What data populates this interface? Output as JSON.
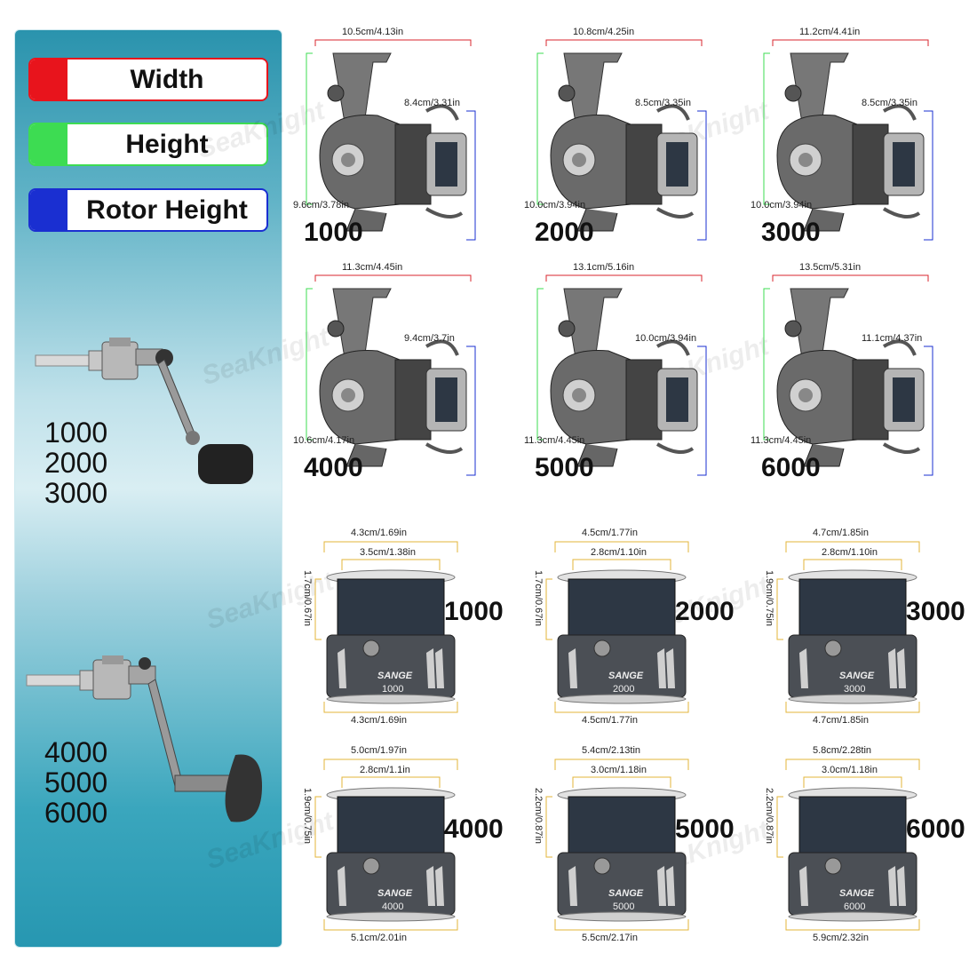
{
  "brand_watermark": "SeaKnight",
  "legend": [
    {
      "label": "Width",
      "color": "#e8141c"
    },
    {
      "label": "Height",
      "color": "#3ddc52"
    },
    {
      "label": "Rotor Height",
      "color": "#1a2fd1"
    }
  ],
  "handle_groups": [
    {
      "sizes": [
        "1000",
        "2000",
        "3000"
      ]
    },
    {
      "sizes": [
        "4000",
        "5000",
        "6000"
      ]
    }
  ],
  "reels": [
    {
      "model": "1000",
      "width": "10.5cm/4.13in",
      "rotor_height": "8.4cm/3.31in",
      "height": "9.6cm/3.78in"
    },
    {
      "model": "2000",
      "width": "10.8cm/4.25in",
      "rotor_height": "8.5cm/3.35in",
      "height": "10.0cm/3.94in"
    },
    {
      "model": "3000",
      "width": "11.2cm/4.41in",
      "rotor_height": "8.5cm/3.35in",
      "height": "10.0cm/3.94in"
    },
    {
      "model": "4000",
      "width": "11.3cm/4.45in",
      "rotor_height": "9.4cm/3.7in",
      "height": "10.6cm/4.17in"
    },
    {
      "model": "5000",
      "width": "13.1cm/5.16in",
      "rotor_height": "10.0cm/3.94in",
      "height": "11.3cm/4.45in"
    },
    {
      "model": "6000",
      "width": "13.5cm/5.31in",
      "rotor_height": "11.1cm/4.37in",
      "height": "11.3cm/4.45in"
    }
  ],
  "spools": [
    {
      "model": "1000",
      "brand": "SANGE",
      "top_outer": "4.3cm/1.69in",
      "top_inner": "3.5cm/1.38in",
      "depth": "1.7cm/0.67in",
      "bottom": "4.3cm/1.69in"
    },
    {
      "model": "2000",
      "brand": "SANGE",
      "top_outer": "4.5cm/1.77in",
      "top_inner": "2.8cm/1.10in",
      "depth": "1.7cm/0.67in",
      "bottom": "4.5cm/1.77in"
    },
    {
      "model": "3000",
      "brand": "SANGE",
      "top_outer": "4.7cm/1.85in",
      "top_inner": "2.8cm/1.10in",
      "depth": "1.9cm/0.75in",
      "bottom": "4.7cm/1.85in"
    },
    {
      "model": "4000",
      "brand": "SANGE",
      "top_outer": "5.0cm/1.97in",
      "top_inner": "2.8cm/1.1in",
      "depth": "1.9cm/0.75in",
      "bottom": "5.1cm/2.01in"
    },
    {
      "model": "5000",
      "brand": "SANGE",
      "top_outer": "5.4cm/2.13tin",
      "top_inner": "3.0cm/1.18in",
      "depth": "2.2cm/0.87in",
      "bottom": "5.5cm/2.17in"
    },
    {
      "model": "6000",
      "brand": "SANGE",
      "top_outer": "5.8cm/2.28tin",
      "top_inner": "3.0cm/1.18in",
      "depth": "2.2cm/0.87in",
      "bottom": "5.9cm/2.32in"
    }
  ]
}
